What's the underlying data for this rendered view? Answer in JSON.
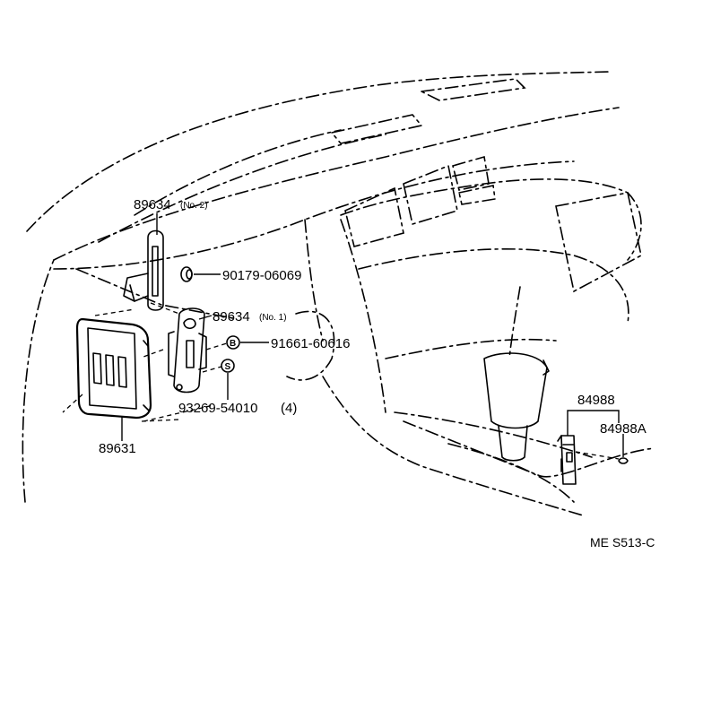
{
  "parts": {
    "bracket_no2": {
      "number": "89634",
      "note": "(No. 2)"
    },
    "grommet": {
      "number": "90179-06069"
    },
    "bracket_no1": {
      "number": "89634",
      "note": "(No. 1)"
    },
    "bolt_b": {
      "number": "91661-60616",
      "symbol": "B"
    },
    "screw_s": {
      "number": "93269-54010",
      "qty": "(4)",
      "symbol": "S"
    },
    "computer": {
      "number": "89631"
    },
    "sensor": {
      "number": "84988"
    },
    "sensor_a": {
      "number": "84988A"
    }
  },
  "reference_code": "ME S513-C"
}
